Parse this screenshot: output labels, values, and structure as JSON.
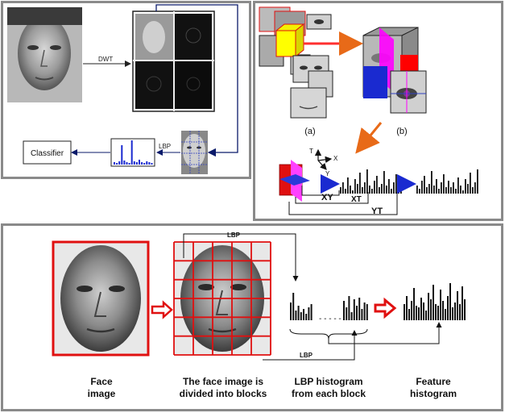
{
  "panel_a": {
    "dwt_label": "DWT",
    "lbp_label": "LBP",
    "classifier_label": "Classifier"
  },
  "panel_b": {
    "label_a": "(a)",
    "label_b": "(b)",
    "axis_t": "T",
    "axis_x": "X",
    "axis_y": "Y",
    "plane_xy": "XY",
    "plane_xt": "XT",
    "plane_yt": "YT"
  },
  "panel_c": {
    "lbp_top": "LBP",
    "lbp_bottom": "LBP",
    "caption_face_line1": "Face",
    "caption_face_line2": "image",
    "caption_blocks_line1": "The face image is",
    "caption_blocks_line2": "divided into blocks",
    "caption_hist_line1": "LBP histogram",
    "caption_hist_line2": "from each block",
    "caption_feature_line1": "Feature",
    "caption_feature_line2": "histogram",
    "dashes": "- - - - -"
  },
  "colors": {
    "frame": "#8a8a8a",
    "navy_arrow": "#0a1a6a",
    "red": "#e01010",
    "orange": "#e86a18",
    "magenta": "#ff00ff",
    "yellow": "#ffff00",
    "blue": "#1a2ad0"
  }
}
